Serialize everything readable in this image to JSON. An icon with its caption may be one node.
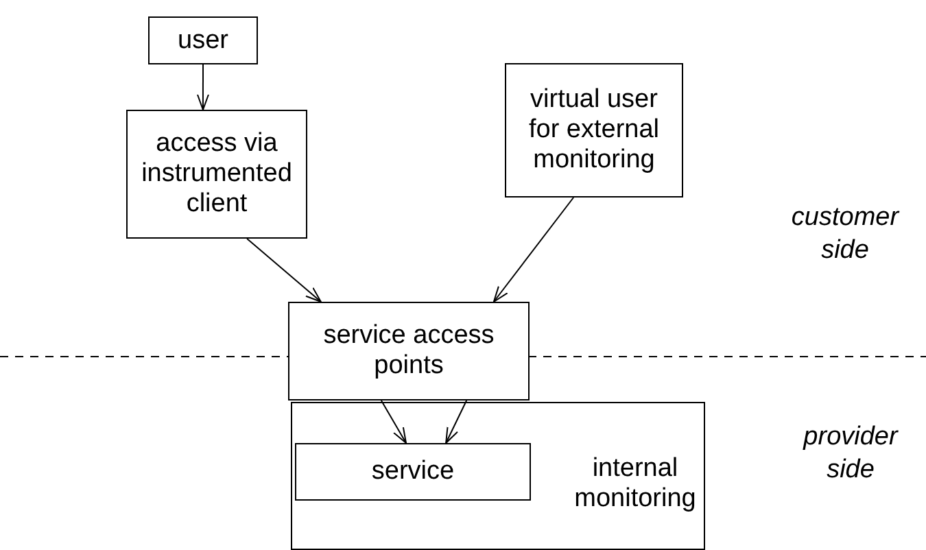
{
  "diagram": {
    "nodes": [
      {
        "text": [
          "user"
        ]
      },
      {
        "text": [
          "access via instrumented client"
        ]
      },
      {
        "text": [
          "virtual user for external monitoring"
        ]
      },
      {
        "text": [
          "service access points"
        ]
      },
      {
        "text": [
          "internal monitoring"
        ]
      },
      {
        "text": [
          "service"
        ],
        "in": 4
      }
    ],
    "edges": [
      {
        "from": 0,
        "to": 1,
        "arrow": "to"
      },
      {
        "from": 1,
        "to": 3,
        "arrow": "to"
      },
      {
        "from": 2,
        "to": 3,
        "arrow": "to"
      },
      {
        "from": 3,
        "to": 5,
        "arrow": "to"
      },
      {
        "from": 3,
        "to": 5,
        "arrow": "to"
      }
    ],
    "labels": [
      "customer side",
      "provider side"
    ]
  }
}
